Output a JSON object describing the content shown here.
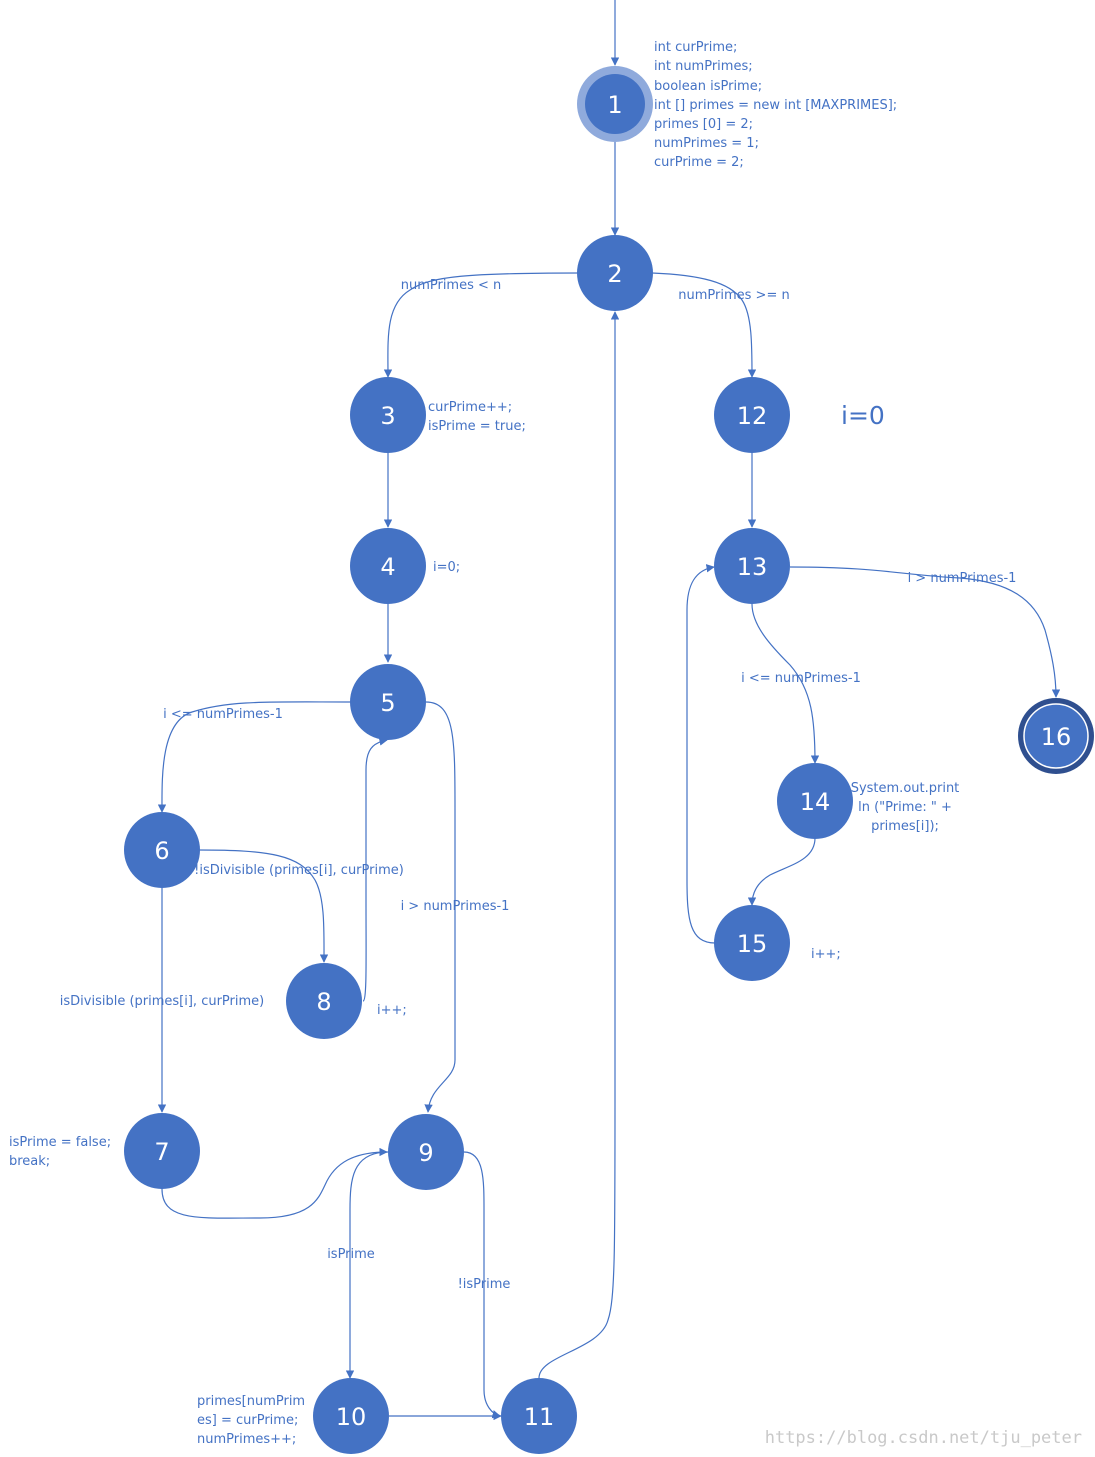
{
  "colors": {
    "node": "#4472c4",
    "edge": "#4472c4",
    "text": "#4472c4",
    "start_ring": "#8faadc",
    "end_ring": "#2f4f8f"
  },
  "nodes": [
    "1",
    "2",
    "3",
    "4",
    "5",
    "6",
    "7",
    "8",
    "9",
    "10",
    "11",
    "12",
    "13",
    "14",
    "15",
    "16"
  ],
  "edge_labels": {
    "e2_3": "numPrimes < n",
    "e2_12": "numPrimes >= n",
    "e5_6": "i <= numPrimes-1",
    "e5_9": "i > numPrimes-1",
    "e6_8": "!isDivisible (primes[i], curPrime)",
    "e6_7": "isDivisible (primes[i], curPrime)",
    "e9_10": "isPrime",
    "e9_11": "!isPrime",
    "e13_16": "i > numPrimes-1",
    "e13_14": "i <= numPrimes-1"
  },
  "annotations": {
    "node1": [
      "int curPrime;",
      "int numPrimes;",
      "boolean isPrime;",
      "int [] primes = new int [MAXPRIMES];",
      "primes [0] = 2;",
      "numPrimes = 1;",
      "curPrime = 2;"
    ],
    "node3": [
      "curPrime++;",
      "isPrime = true;"
    ],
    "node4": "i=0;",
    "node7": [
      "isPrime = false;",
      "break;"
    ],
    "node8": "i++;",
    "node10": [
      "primes[numPrim",
      "es] = curPrime;",
      "numPrimes++;"
    ],
    "node12": "i=0",
    "node14": [
      "System.out.print",
      "ln (\"Prime: \" +",
      "primes[i]);"
    ],
    "node15": "i++;"
  },
  "watermark": "https://blog.csdn.net/tju_peter"
}
